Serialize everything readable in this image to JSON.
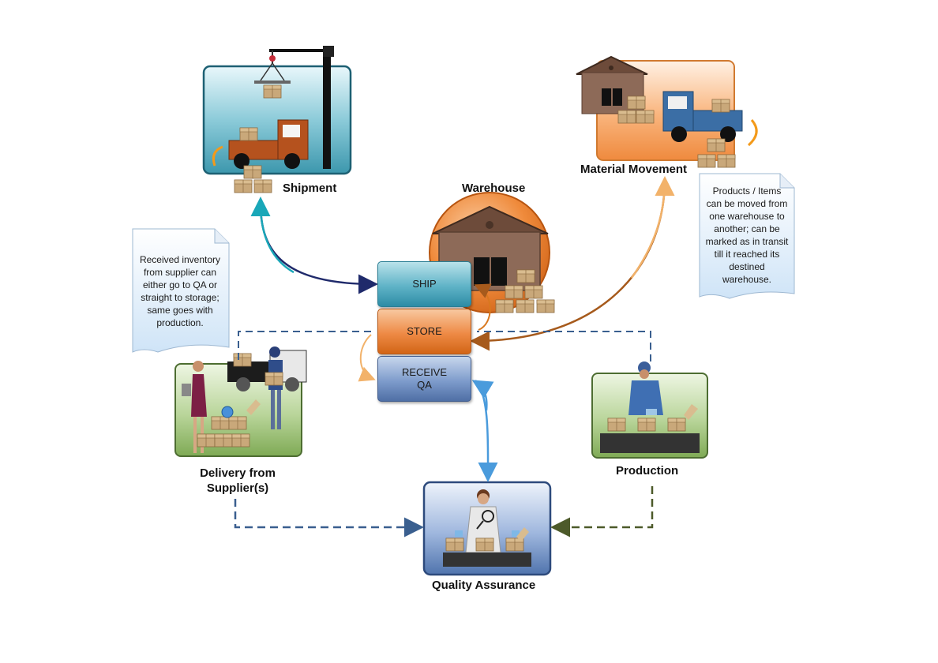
{
  "labels": {
    "shipment": "Shipment",
    "warehouse": "Warehouse",
    "material_movement": "Material Movement",
    "delivery": "Delivery from\nSupplier(s)",
    "production": "Production",
    "quality_assurance": "Quality Assurance"
  },
  "buttons": {
    "ship": "SHIP",
    "store": "STORE",
    "receive": "RECEIVE\nQA"
  },
  "notes": {
    "left": "Received inventory\nfrom supplier can\neither go to QA or\nstraight to storage;\nsame goes with\nproduction.",
    "right": "Products / Items\ncan be moved from\none warehouse to\nanother; can be\nmarked as in transit\ntill it reached its\ndestined\nwarehouse."
  },
  "colors": {
    "ship_arrow": "#1f2a6b",
    "shipment_arrow": "#19a7b8",
    "store_arrow": "#a65a1c",
    "material_arrow": "#f2b26a",
    "qa_arrow": "#4a9bdc",
    "delivery_dash": "#3a5f8f",
    "production_dash": "#4d5a2a",
    "warehouse_circle": "#ec7a2a"
  },
  "icons": {
    "shipment_panel": "crane-truck-icon",
    "material_panel": "house-truck-icon",
    "delivery_panel": "delivery-people-icon",
    "production_panel": "worker-packing-icon",
    "qa_panel": "inspector-icon",
    "warehouse": "warehouse-icon"
  }
}
